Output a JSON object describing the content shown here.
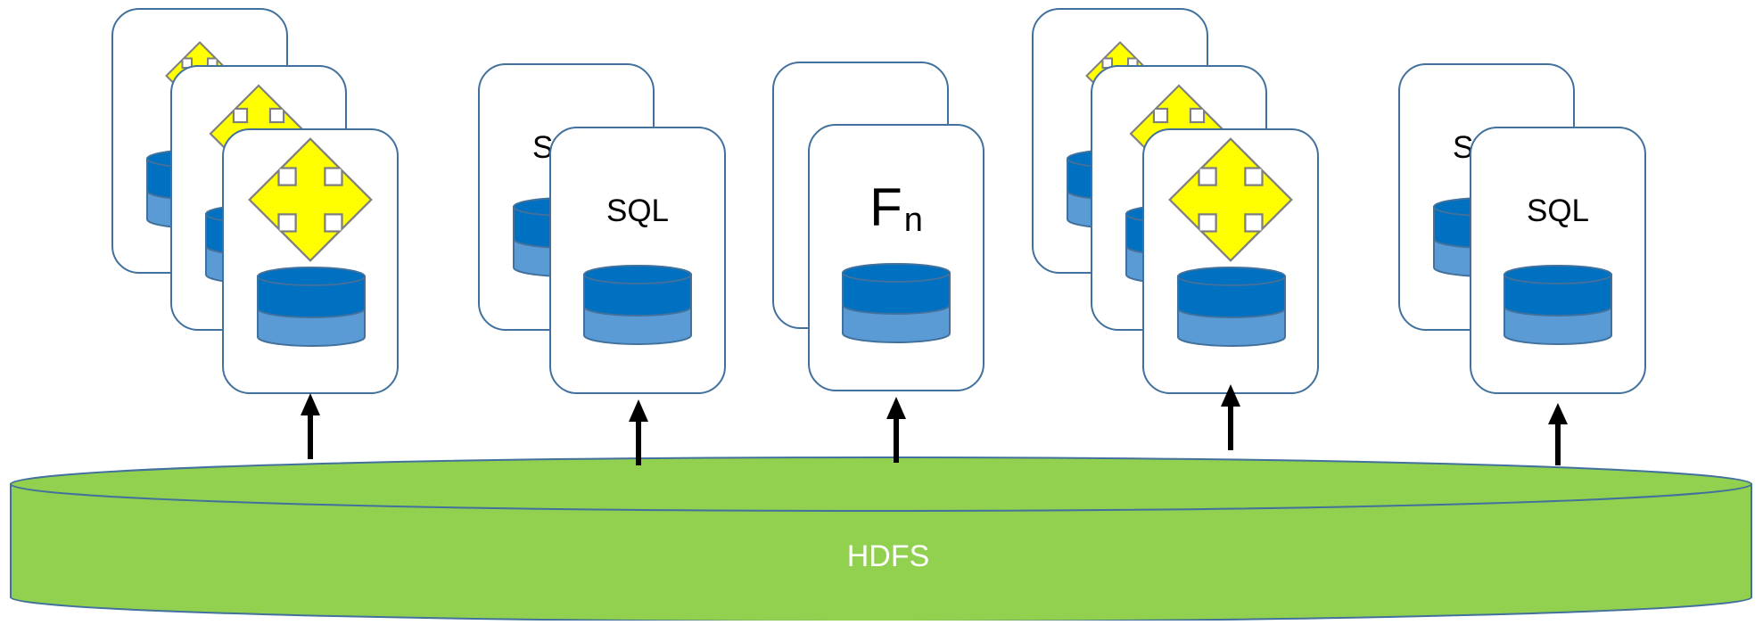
{
  "colors": {
    "card_border": "#41719c",
    "card_fill": "#ffffff",
    "db_top": "#0070c0",
    "db_bottom": "#5b9bd5",
    "arrow_fill": "#ffff00",
    "arrow_stroke": "#7f7f7f",
    "hdfs_fill": "#92d050",
    "hdfs_border": "#41719c",
    "hdfs_text": "#ffffff",
    "push_arrow": "#000000"
  },
  "storage": {
    "label": "HDFS"
  },
  "groups": [
    {
      "kind": "mapreduce",
      "icon": "four-way-arrow-icon",
      "cards": [
        "",
        "",
        ""
      ]
    },
    {
      "kind": "sql",
      "cards": [
        "SQL",
        "SQL"
      ]
    },
    {
      "kind": "function",
      "cards": [
        "",
        "F"
      ],
      "subscript": "n"
    },
    {
      "kind": "mapreduce",
      "icon": "four-way-arrow-icon",
      "cards": [
        "",
        "",
        ""
      ]
    },
    {
      "kind": "sql",
      "cards": [
        "SQL",
        "SQL"
      ]
    }
  ]
}
